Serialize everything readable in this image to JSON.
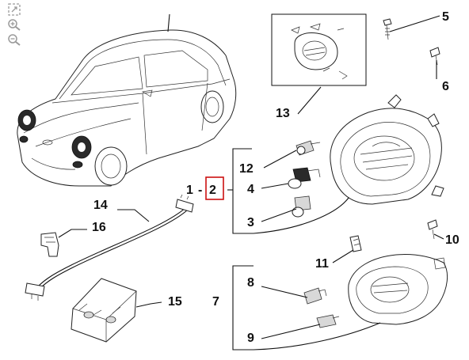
{
  "toolbar": {
    "icons": [
      "expand-icon",
      "zoom-in-icon",
      "zoom-out-icon"
    ]
  },
  "callouts": {
    "c1": "1",
    "dash": "-",
    "c2": "2",
    "c3": "3",
    "c4": "4",
    "c5": "5",
    "c6": "6",
    "c7": "7",
    "c8": "8",
    "c9": "9",
    "c10": "10",
    "c11": "11",
    "c12": "12",
    "c13": "13",
    "c14": "14",
    "c15": "15",
    "c16": "16"
  },
  "colors": {
    "highlight": "#cc1111",
    "ink": "#111111",
    "toolbar_icon": "#9a9a9a"
  }
}
